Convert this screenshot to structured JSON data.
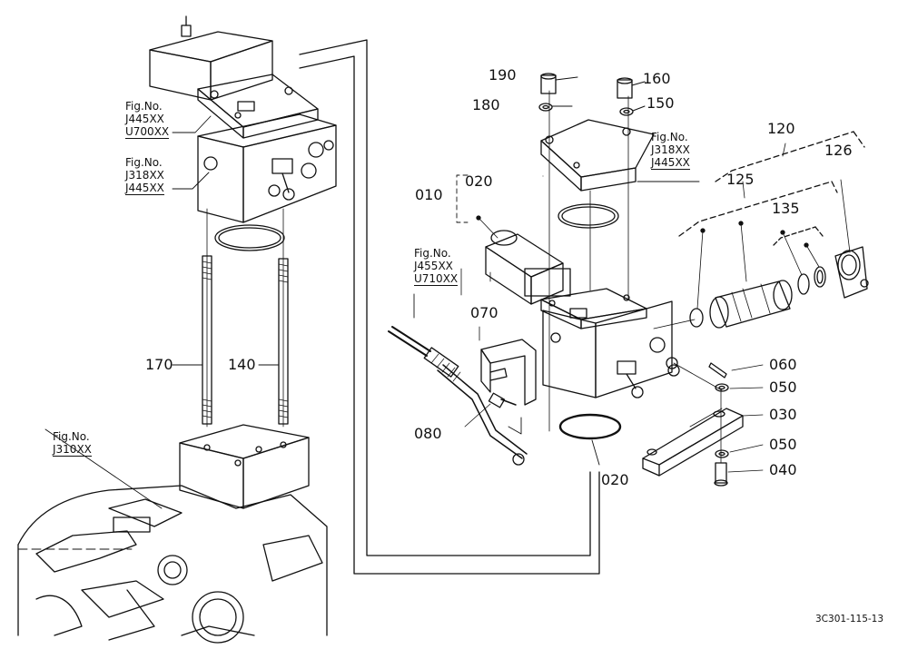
{
  "diagram": {
    "drawing_code": "3C301-115-13",
    "part_labels": {
      "p190": "190",
      "p180": "180",
      "p160": "160",
      "p150": "150",
      "p120": "120",
      "p126": "126",
      "p125": "125",
      "p135": "135",
      "p010": "010",
      "p020_top": "020",
      "p020_bottom": "020",
      "p070": "070",
      "p060": "060",
      "p050_top": "050",
      "p030": "030",
      "p080": "080",
      "p050_bottom": "050",
      "p040": "040",
      "p170": "170",
      "p140": "140"
    },
    "figure_refs": {
      "left_upper": {
        "title": "Fig.No.",
        "codes": [
          "J445XX",
          "U700XX"
        ]
      },
      "left_middle": {
        "title": "Fig.No.",
        "codes": [
          "J318XX",
          "J445XX"
        ]
      },
      "center_cable": {
        "title": "Fig.No.",
        "codes": [
          "J455XX",
          "U710XX"
        ]
      },
      "right_cover": {
        "title": "Fig.No.",
        "codes": [
          "J318XX",
          "J445XX"
        ]
      },
      "left_lower": {
        "title": "Fig.No.",
        "codes": [
          "J310XX"
        ]
      }
    }
  }
}
